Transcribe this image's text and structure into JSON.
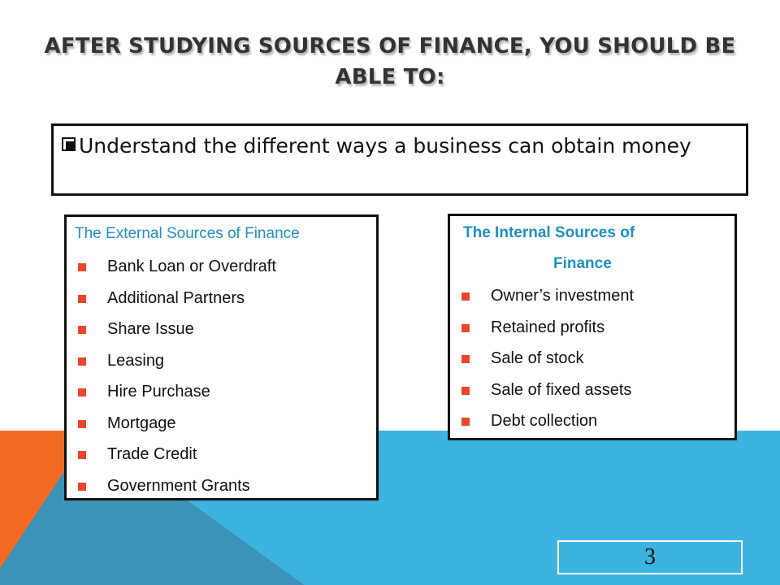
{
  "slide": {
    "title": "AFTER STUDYING SOURCES OF FINANCE, YOU SHOULD BE ABLE TO:",
    "objective": "Understand the different ways a business can obtain money",
    "external": {
      "heading": "The External Sources of Finance",
      "items": [
        "Bank Loan or Overdraft",
        "Additional Partners",
        "Share Issue",
        "Leasing",
        "Hire Purchase",
        "Mortgage",
        "Trade Credit",
        "Government Grants"
      ]
    },
    "internal": {
      "heading_line1": "The Internal Sources of",
      "heading_line2": "Finance",
      "items": [
        "Owner’s investment",
        "Retained profits",
        "Sale of stock",
        "Sale of fixed assets",
        "Debt collection"
      ]
    },
    "page_number": "3"
  },
  "colors": {
    "orange_accent": "#f26b22",
    "blue_accent": "#3db3df",
    "dark_blue": "#2c8ab8",
    "heading_blue": "#1f8fc2",
    "bullet_red": "#e8462a"
  }
}
